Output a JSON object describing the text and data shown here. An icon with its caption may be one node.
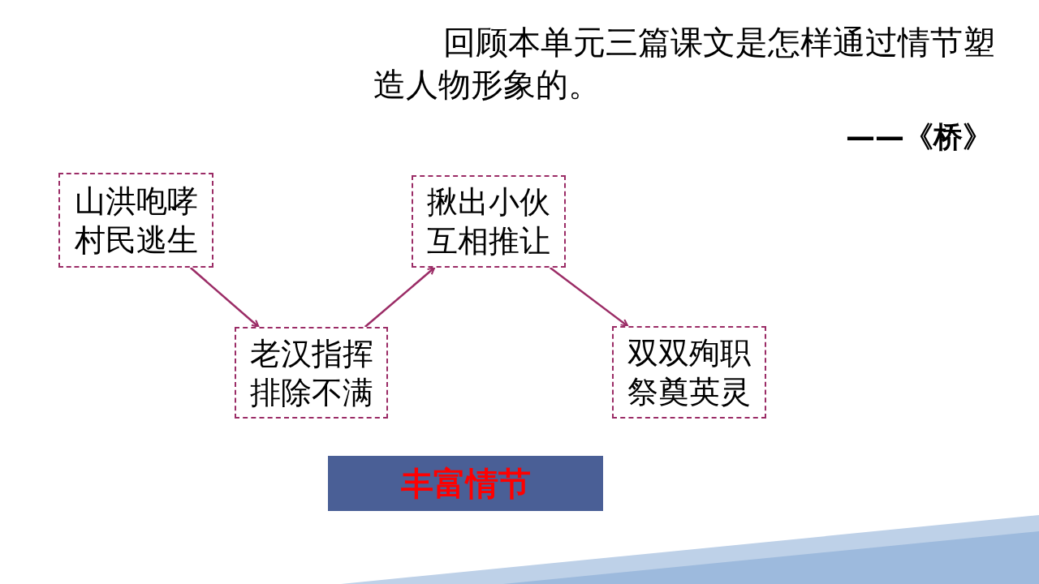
{
  "diagram": {
    "title": "回顾本单元三篇课文是怎样通过情节塑造人物形象的。",
    "nodes": [
      {
        "text": [
          "山洪咆哮",
          "村民逃生"
        ]
      },
      {
        "text": [
          "老汉指挥",
          "排除不满"
        ]
      },
      {
        "text": [
          "揪出小伙",
          "互相推让"
        ]
      },
      {
        "text": [
          "双双殉职",
          "祭奠英灵"
        ]
      },
      {
        "text": [
          "丰富情节"
        ]
      }
    ],
    "edges": [
      {
        "from": 0,
        "to": 1,
        "arrow": "to"
      },
      {
        "from": 1,
        "to": 2,
        "arrow": "to"
      },
      {
        "from": 2,
        "to": 3,
        "arrow": "to"
      }
    ],
    "labels": [
      "——《桥》"
    ]
  }
}
